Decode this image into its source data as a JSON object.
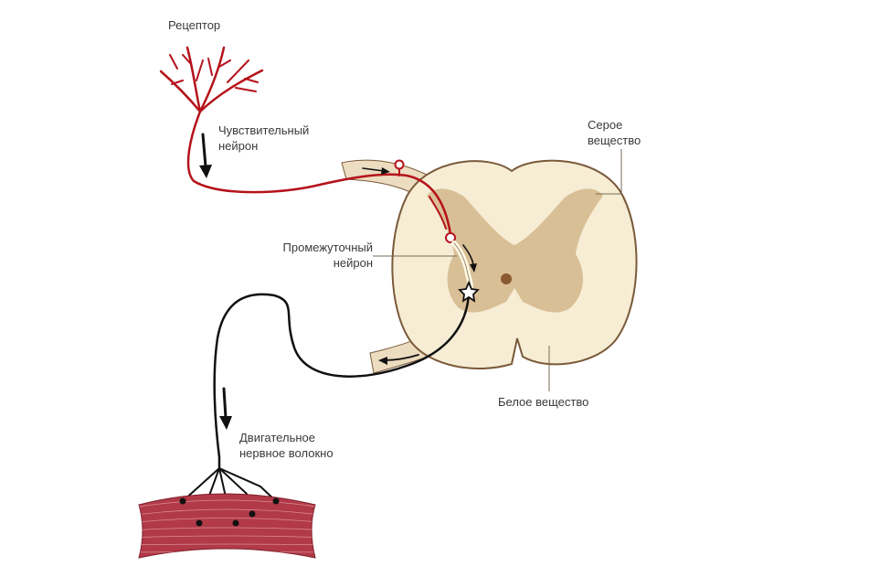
{
  "labels": {
    "receptor": "Рецептор",
    "sensory_neuron": [
      "Чувствительный",
      "нейрон"
    ],
    "gray_matter": [
      "Серое",
      "вещество"
    ],
    "interneuron": [
      "Промежуточный",
      "нейрон"
    ],
    "white_matter": "Белое вещество",
    "motor_fiber": [
      "Двигательное",
      "нервное волокно"
    ]
  },
  "colors": {
    "sensory_neuron": "#b5121b",
    "motor_neuron": "#111111",
    "white_matter": "#f6edd4",
    "gray_matter": "#d9bf96",
    "cord_outline": "#7a5a3a",
    "central_canal": "#8a5a30",
    "nerve_root": "#ecdcc0",
    "muscle": "#b23a48",
    "muscle_stripes": "#e4a0aa",
    "interneuron": "#fffbe8",
    "leader_line": "#7a6a55",
    "text": "#3a3a3a"
  },
  "icons": [
    "signal-direction-arrow",
    "motor-neuron-star",
    "synapse-knob"
  ]
}
